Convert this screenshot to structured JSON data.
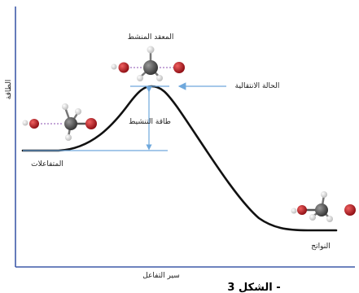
{
  "figure": {
    "y_axis_label": "الطاقة",
    "x_axis_label": "سير التفاعل",
    "label_activated_complex": "المعقد المنشط",
    "label_transition_state": "الحالة الانتقالية",
    "label_activation_energy": "طاقة التنشيط",
    "label_reactants": "المتفاعلات",
    "label_products": "النواتج",
    "caption_partial": "الشكل 3 -"
  },
  "colors": {
    "curve": "#111111",
    "reference_line": "#6fa8dc",
    "axis": "#3f5aa8",
    "carbon_atom": "#555555",
    "oxygen_atom": "#b5121b",
    "hydrogen_atom": "#e6e6e6",
    "partial_bond": "#8b4fb0"
  },
  "icons": [
    "reactant-molecule-icon",
    "activated-complex-molecule-icon",
    "product-molecule-icon"
  ]
}
